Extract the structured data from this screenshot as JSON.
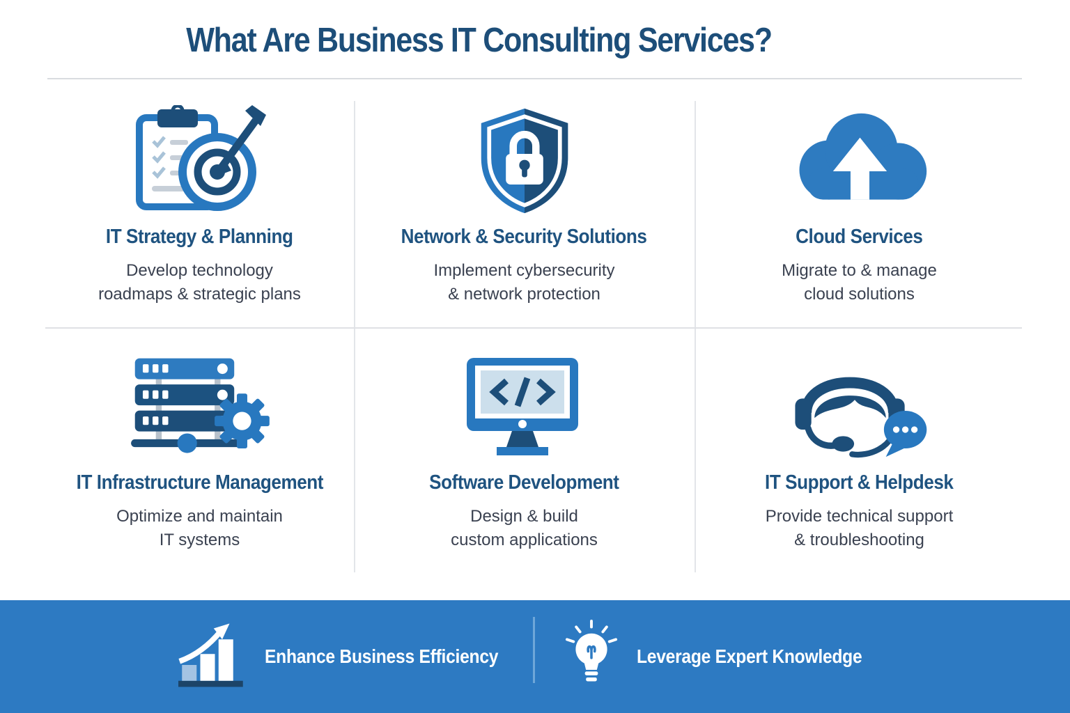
{
  "header": {
    "title": "What Are Business IT Consulting Services?"
  },
  "services": [
    {
      "icon": "clipboard-target",
      "title": "IT Strategy & Planning",
      "line1": "Develop technology",
      "line2": "roadmaps & strategic plans"
    },
    {
      "icon": "shield-lock",
      "title": "Network & Security Solutions",
      "line1": "Implement cybersecurity",
      "line2": "& network protection"
    },
    {
      "icon": "cloud-upload",
      "title": "Cloud Services",
      "line1": "Migrate to & manage",
      "line2": "cloud solutions"
    },
    {
      "icon": "server-gear",
      "title": "IT Infrastructure Management",
      "line1": "Optimize and maintain",
      "line2": "IT systems"
    },
    {
      "icon": "monitor-code",
      "title": "Software Development",
      "line1": "Design & build",
      "line2": "custom applications"
    },
    {
      "icon": "headset-chat",
      "title": "IT Support & Helpdesk",
      "line1": "Provide technical support",
      "line2": "& troubleshooting"
    }
  ],
  "footer": {
    "items": [
      {
        "icon": "growth-chart",
        "label": "Enhance Business Efficiency"
      },
      {
        "icon": "lightbulb",
        "label": "Leverage Expert Knowledge"
      }
    ]
  },
  "colors": {
    "accent_blue": "#2878bf",
    "dark_navy": "#1d4e79",
    "footer_background": "#2d7ac2",
    "description_text": "#3a4150",
    "divider_gray": "#dcdee3"
  }
}
